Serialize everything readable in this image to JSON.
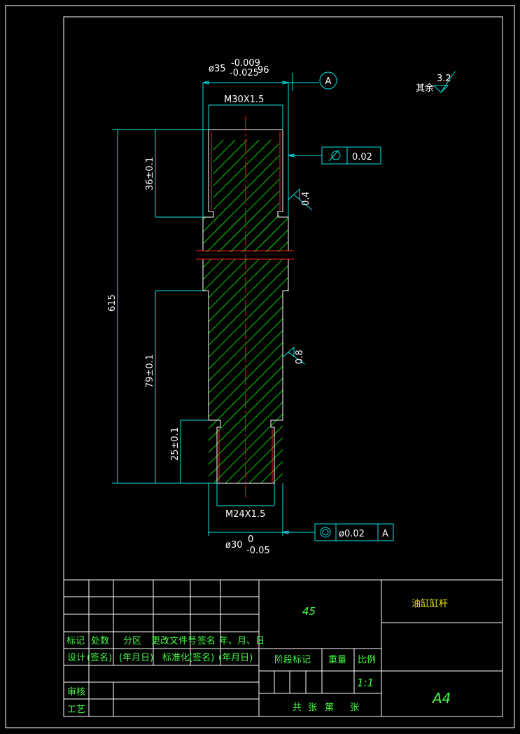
{
  "drawing": {
    "dims": {
      "outer_diameter": "ø35",
      "outer_tol_upper": "-0.009",
      "outer_tol_lower": "-0.025",
      "outer_tol_suffix": "96",
      "top_thread": "M30X1.5",
      "top_thread_length": "36±0.1",
      "total_length": "615",
      "lower_length": "79±0.1",
      "bottom_thread_length": "25±0.1",
      "bottom_thread": "M24X1.5",
      "bottom_diameter": "ø30",
      "bottom_tol_upper": "0",
      "bottom_tol_lower": "-0.05"
    },
    "datum_label": "A",
    "runout_frame": {
      "value": "0.02"
    },
    "coaxiality_frame": {
      "value": "ø0.02",
      "datum": "A"
    },
    "roughness_general": {
      "label": "其余",
      "value": "3.2"
    },
    "roughness_upper": "0.4",
    "roughness_lower": "0.8"
  },
  "title_block": {
    "material": "45",
    "part_name": "油缸缸杆",
    "sheet_size": "A4",
    "scale": "1:1",
    "labels": {
      "mark": "标记",
      "count": "处数",
      "zone": "分区",
      "change_doc": "更改文件号",
      "signature": "签名",
      "date": "年、月、日",
      "design": "设计",
      "sign1": "(签名)",
      "date1": "(年月日)",
      "standard": "标准化",
      "sign2": "(签名)",
      "date2": "(年月日)",
      "stage_mark": "阶段标记",
      "weight": "重量",
      "ratio": "比例",
      "review": "审核",
      "process": "工艺",
      "total_sheets": "共",
      "sheet_unit1": "张",
      "sheet_no": "第",
      "sheet_unit2": "张"
    }
  }
}
